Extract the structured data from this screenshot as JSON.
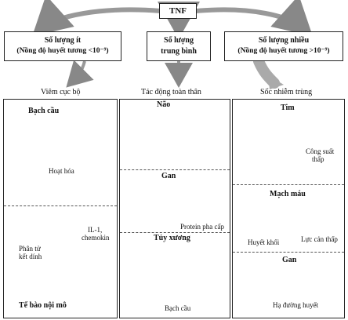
{
  "root": {
    "label": "TNF"
  },
  "amounts": {
    "low": {
      "line1": "Số lượng ít",
      "line2": "(Nồng độ huyết tương <10⁻⁹)"
    },
    "medium": {
      "line1": "Số lượng",
      "line2": "trung bình"
    },
    "high": {
      "line1": "Số lượng nhiều",
      "line2": "(Nồng độ huyết tương >10⁻⁹)"
    }
  },
  "effects": {
    "low": "Viêm cục bộ",
    "medium": "Tác động toàn thân",
    "high": "Sốc nhiễm trùng"
  },
  "left_panel": {
    "wbc_title": "Bạch cầu",
    "activation": "Hoạt hóa",
    "adhesion_line1": "Phân tử",
    "adhesion_line2": "kết dính",
    "cytokines_line1": "IL-1,",
    "cytokines_line2": "chemokin",
    "endothelium": "Tế bào nội mô"
  },
  "middle_panel": {
    "brain": "Não",
    "liver": "Gan",
    "acute_protein": "Protein pha cấp",
    "bone_marrow": "Tủy xương",
    "wbc": "Bạch cầu"
  },
  "right_panel": {
    "heart": "Tim",
    "cardiac_line1": "Công suất",
    "cardiac_line2": "thấp",
    "vessel": "Mạch máu",
    "thrombus": "Huyết khối",
    "low_resistance": "Lực cản thấp",
    "liver": "Gan",
    "hypoglycemia": "Hạ đường huyết"
  }
}
